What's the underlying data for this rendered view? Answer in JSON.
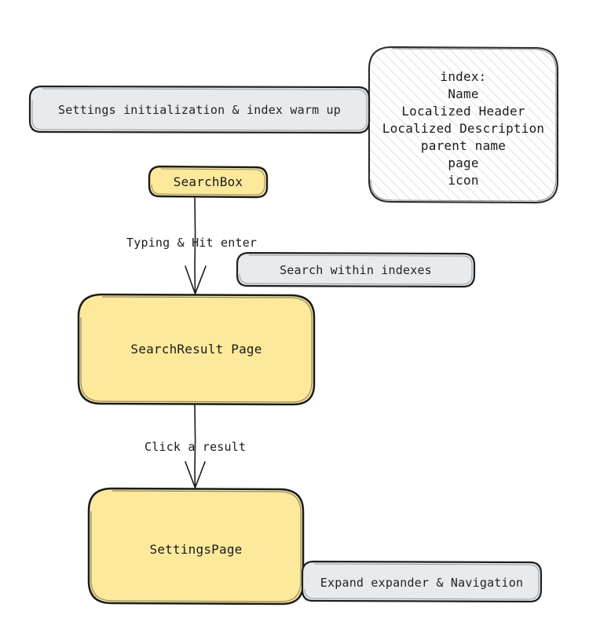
{
  "diagram": {
    "type": "flowchart",
    "style": "hand-drawn-sketch",
    "background": "#ffffff",
    "palette": {
      "node_fill": "#fce99b",
      "node_stroke": "#1b1b1b",
      "note_fill": "#e8ebed",
      "note_stroke": "#1b1b1b",
      "hatch_fill": "#ffffff",
      "hatch_line": "#e3e3e6",
      "text": "#1b1b1b",
      "edge_stroke": "#1b1b1b"
    },
    "nodes": [
      {
        "id": "searchbox",
        "label": "SearchBox",
        "kind": "process",
        "fill": "#fce99b"
      },
      {
        "id": "searchresult",
        "label": "SearchResult Page",
        "kind": "process",
        "fill": "#fce99b"
      },
      {
        "id": "settingspage",
        "label": "SettingsPage",
        "kind": "process",
        "fill": "#fce99b"
      }
    ],
    "notes": [
      {
        "id": "note-init",
        "label": "Settings initialization & index warm up",
        "fill": "#e8ebed"
      },
      {
        "id": "note-search",
        "label": "Search within indexes",
        "fill": "#e8ebed"
      },
      {
        "id": "note-expand",
        "label": "Expand expander & Navigation",
        "fill": "#e8ebed"
      }
    ],
    "index_box": {
      "id": "index-box",
      "title": "index:",
      "fields": [
        "Name",
        "Localized Header",
        "Localized Description",
        "parent name",
        "page",
        "icon"
      ],
      "fill": "hatched"
    },
    "edges": [
      {
        "id": "edge-searchbox-to-result",
        "from": "searchbox",
        "to": "searchresult",
        "label": "Typing & Hit enter",
        "arrow": "open"
      },
      {
        "id": "edge-result-to-settings",
        "from": "searchresult",
        "to": "settingspage",
        "label": "Click a result",
        "arrow": "open"
      }
    ]
  }
}
